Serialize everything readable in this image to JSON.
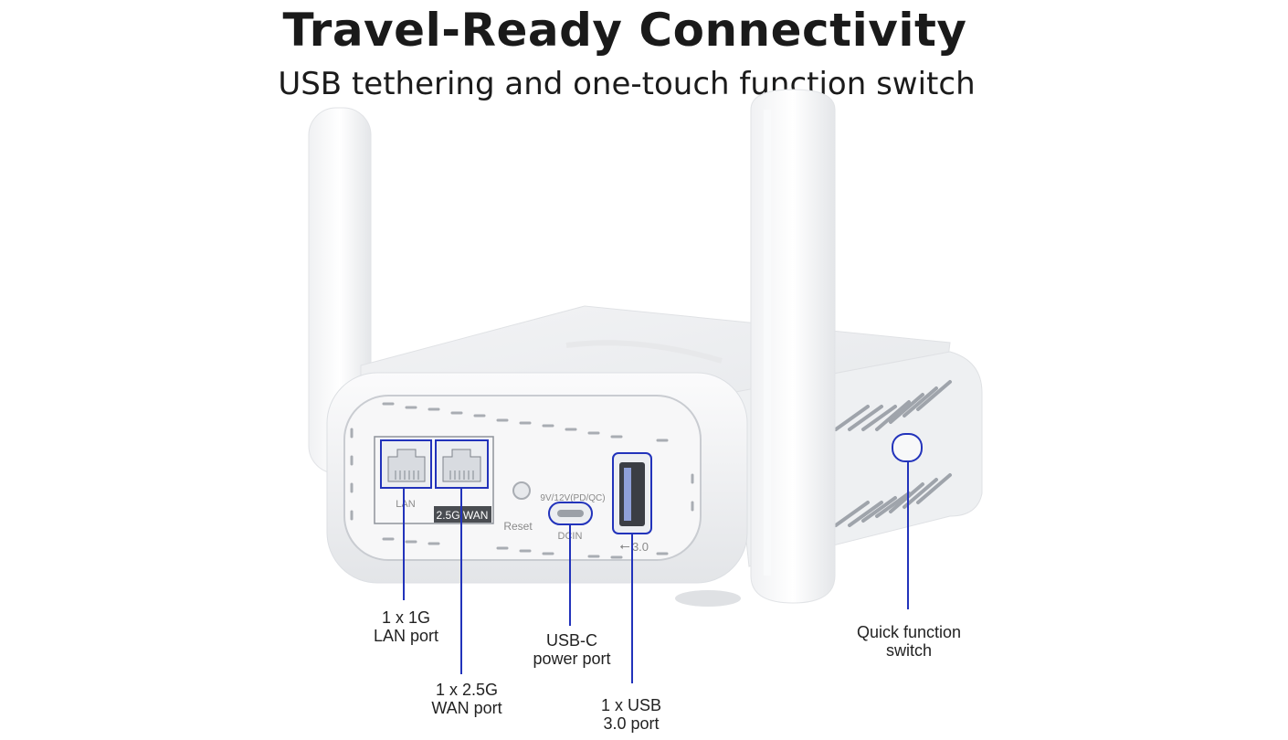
{
  "header": {
    "title": "Travel-Ready Connectivity",
    "subtitle": "USB tethering and one-touch function switch"
  },
  "device": {
    "port_labels": {
      "lan": "LAN",
      "wan": "2.5G WAN",
      "reset": "Reset",
      "power_rating": "9V/12V(PD/QC)",
      "dcin": "DCIN",
      "usb_version": "3.0"
    }
  },
  "callouts": {
    "lan": {
      "line1": "1 x 1G",
      "line2": "LAN port"
    },
    "wan": {
      "line1": "1 x 2.5G",
      "line2": "WAN port"
    },
    "usbc": {
      "line1": "USB-C",
      "line2": "power port"
    },
    "usb": {
      "line1": "1 x USB",
      "line2": "3.0 port"
    },
    "switch": {
      "line1": "Quick function",
      "line2": "switch"
    }
  },
  "colors": {
    "highlight": "#2233bb",
    "device_body": "#f4f5f7",
    "text": "#1a1a1a"
  }
}
